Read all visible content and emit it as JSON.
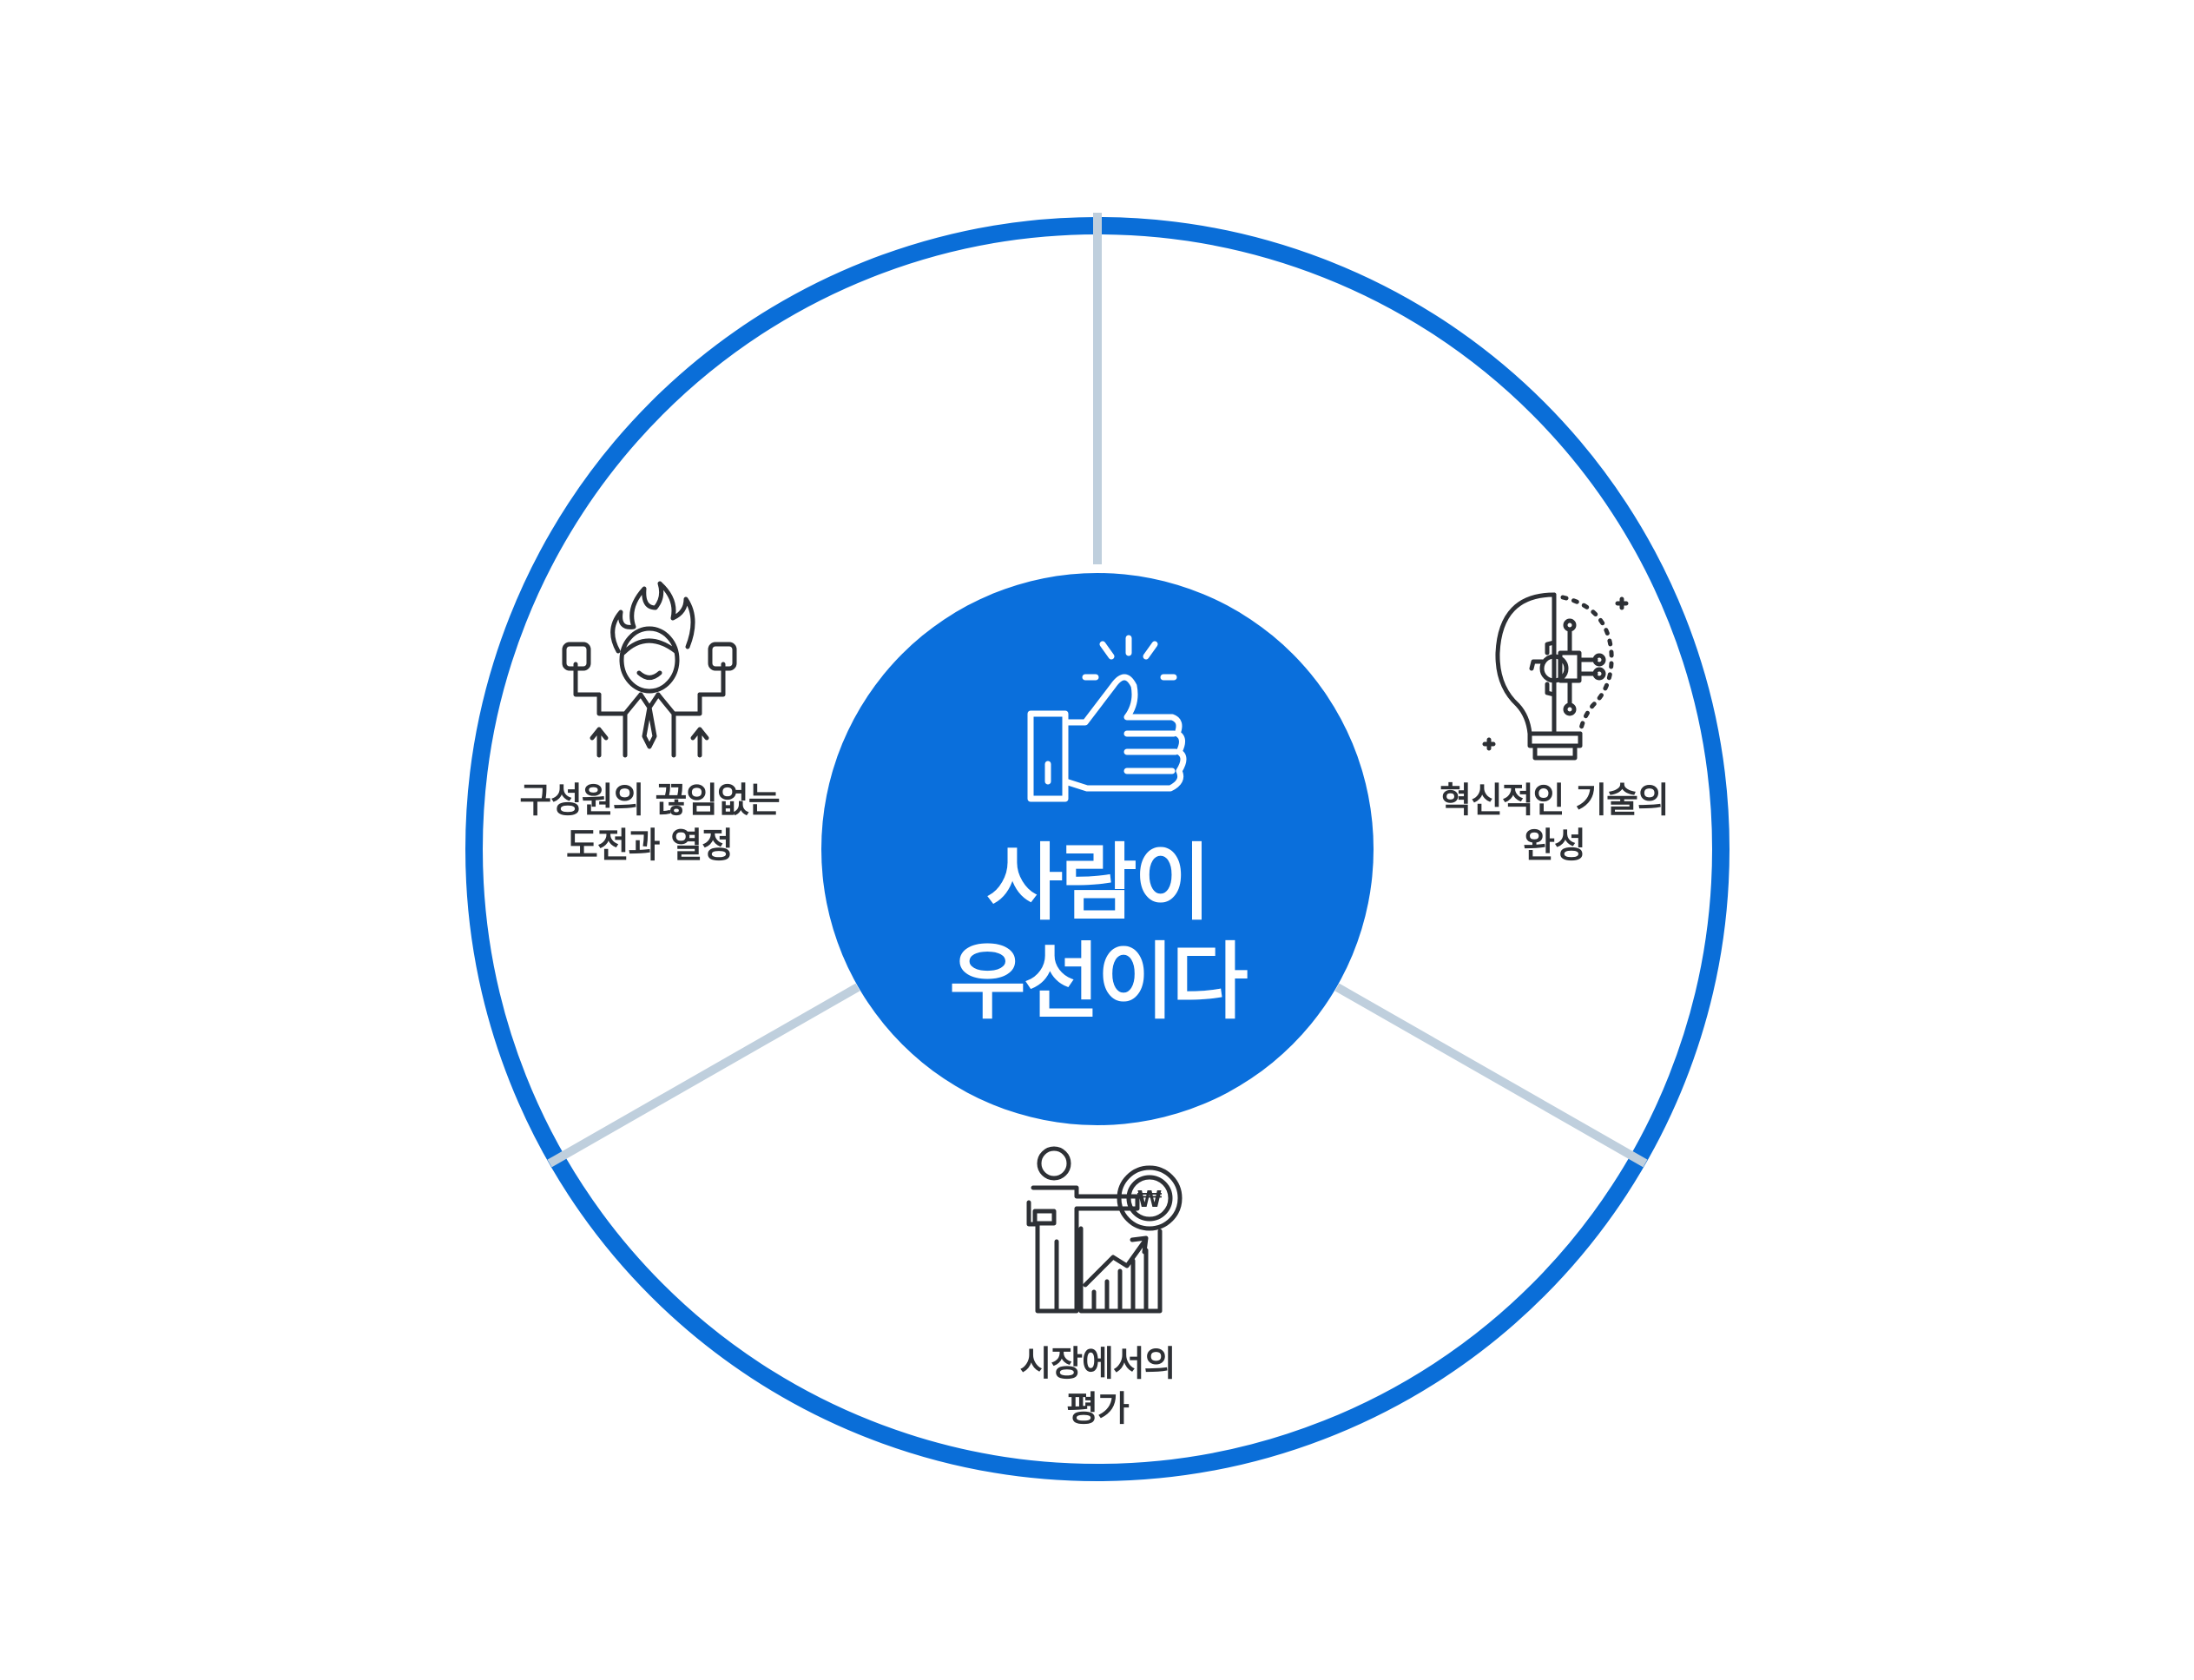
{
  "center": {
    "title_line1": "사람이",
    "title_line2": "우선이다",
    "icon": "thumbs-up-icon"
  },
  "segments": [
    {
      "line1": "구성원의 끊임없는",
      "line2": "도전과 열정",
      "icon": "passionate-person-icon"
    },
    {
      "line1": "혁신적인 기술의",
      "line2": "완성",
      "icon": "tech-lightbulb-icon"
    },
    {
      "line1": "시장에서의",
      "line2": "평가",
      "icon": "market-growth-icon"
    }
  ],
  "colors": {
    "ring": "#0a6ed8",
    "center_fill": "#0a6fdc",
    "divider": "#bfcfdd",
    "icon_stroke": "#2d3035",
    "text": "#2d3035"
  }
}
